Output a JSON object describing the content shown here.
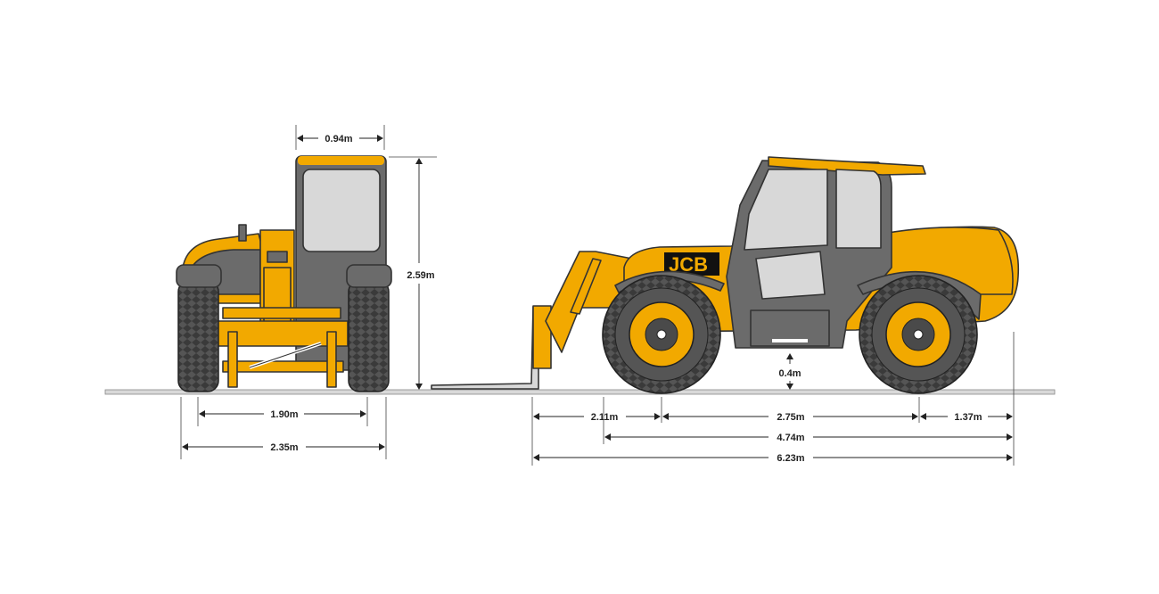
{
  "colors": {
    "machine_body": "#f2a900",
    "cab_frame": "#6b6b6b",
    "glass": "#d8d8d8",
    "tyre": "#3a3a3a",
    "ground": "#aaaaaa",
    "dimension_lines": "#222222"
  },
  "branding": {
    "logo": "JCB"
  },
  "front_view": {
    "cab_width": "0.94m",
    "overall_height": "2.59m",
    "track_width": "1.90m",
    "overall_width": "2.35m"
  },
  "side_view": {
    "ground_clearance": "0.4m",
    "front_overhang": "2.11m",
    "wheelbase": "2.75m",
    "rear_overhang": "1.37m",
    "length_to_carriage": "4.74m",
    "overall_length": "6.23m"
  }
}
